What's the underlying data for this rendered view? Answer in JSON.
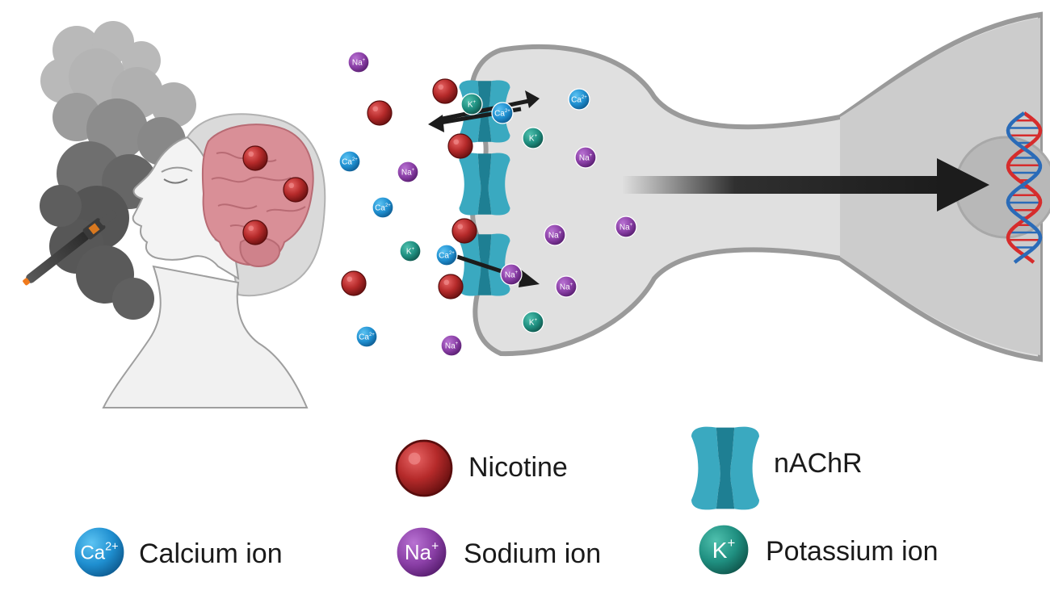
{
  "ion_symbols": {
    "calcium": {
      "base": "Ca",
      "sup": "2+"
    },
    "sodium": {
      "base": "Na",
      "sup": "+"
    },
    "potassium": {
      "base": "K",
      "sup": "+"
    }
  },
  "legend": {
    "nicotine": "Nicotine",
    "nachr": "nAChR",
    "calcium": "Calcium ion",
    "sodium": "Sodium ion",
    "potassium": "Potassium ion"
  },
  "colors": {
    "nicotine": "#b52a2a",
    "calcium": "#1f8fd0",
    "sodium": "#8a3fa6",
    "potassium": "#1f8f80",
    "receptor": "#3aa9c0",
    "neuron_fill": "#e0e0e0",
    "neuron_stroke": "#9a9a9a",
    "brain": "#d98f97",
    "dna_red": "#d62c2c",
    "dna_blue": "#2a6bb8",
    "arrow": "#1c1c1c"
  }
}
